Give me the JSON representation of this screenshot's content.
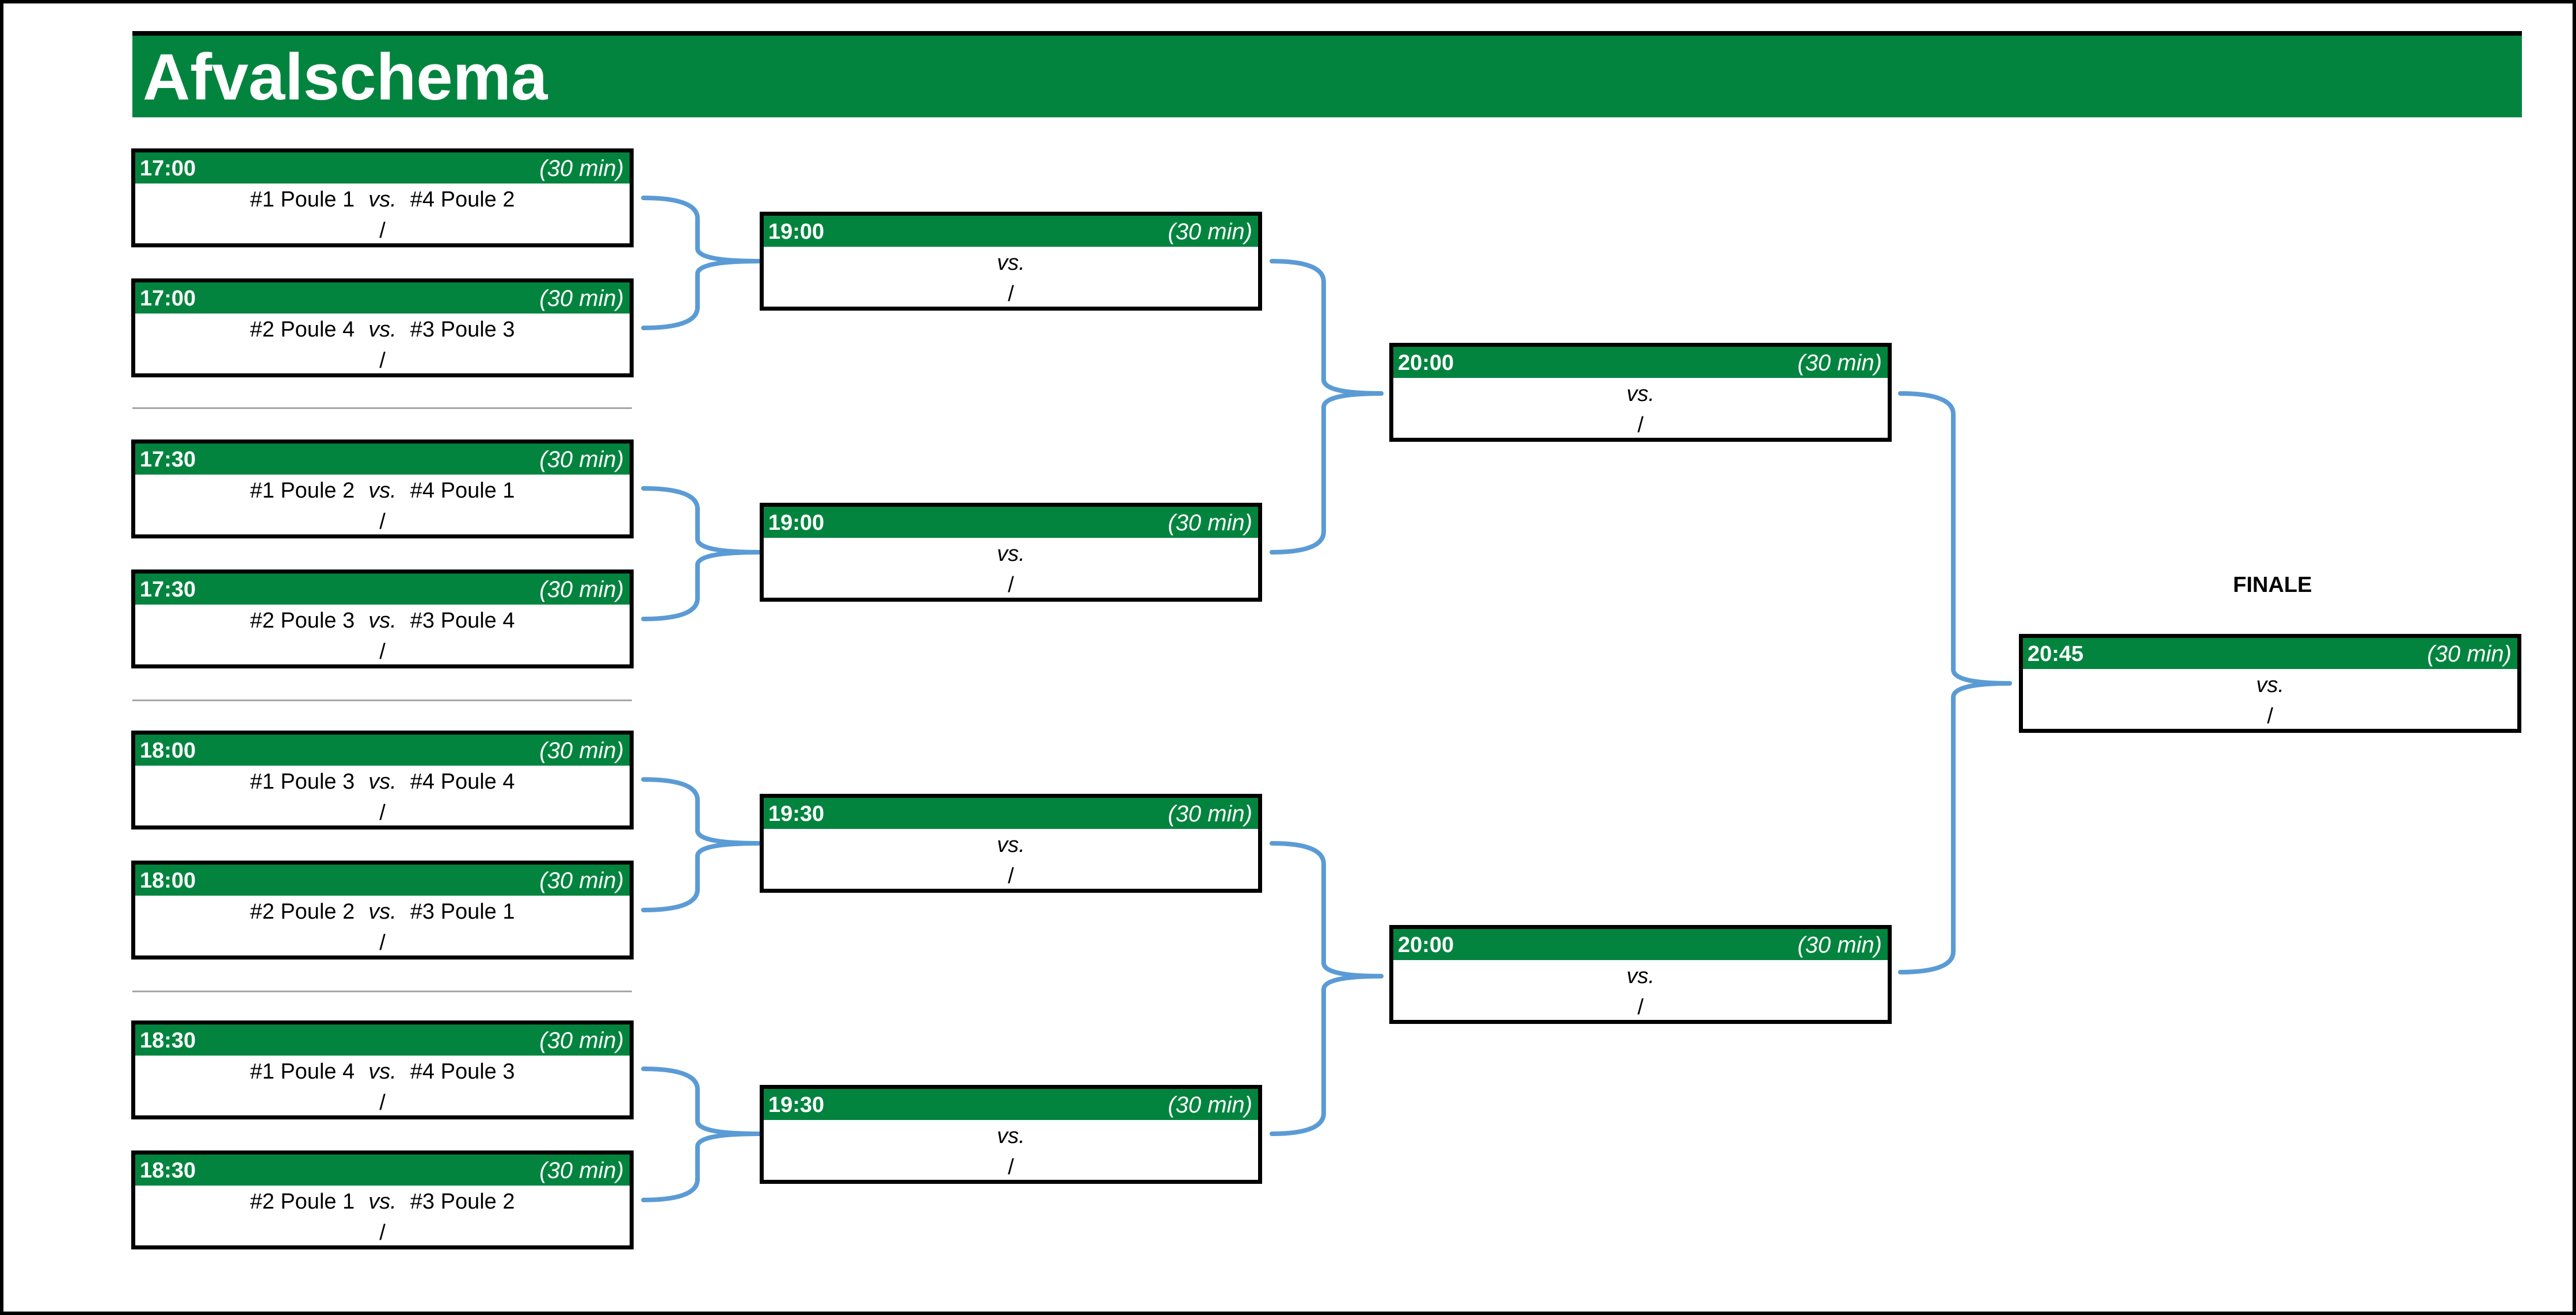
{
  "title": "Afvalschema",
  "finale_label": "FINALE",
  "vs_label": "vs.",
  "score_sep": "/",
  "colors": {
    "header": "#02843f",
    "connector": "#5b9bd5",
    "separator": "#a6a6a6"
  },
  "round1": [
    {
      "time": "17:00",
      "duration": "(30 min)",
      "home": "#1 Poule 1",
      "away": "#4 Poule 2"
    },
    {
      "time": "17:00",
      "duration": "(30 min)",
      "home": "#2 Poule 4",
      "away": "#3 Poule 3"
    },
    {
      "time": "17:30",
      "duration": "(30 min)",
      "home": "#1 Poule 2",
      "away": "#4 Poule 1"
    },
    {
      "time": "17:30",
      "duration": "(30 min)",
      "home": "#2 Poule 3",
      "away": "#3 Poule 4"
    },
    {
      "time": "18:00",
      "duration": "(30 min)",
      "home": "#1 Poule 3",
      "away": "#4 Poule 4"
    },
    {
      "time": "18:00",
      "duration": "(30 min)",
      "home": "#2 Poule 2",
      "away": "#3 Poule 1"
    },
    {
      "time": "18:30",
      "duration": "(30 min)",
      "home": "#1 Poule 4",
      "away": "#4 Poule 3"
    },
    {
      "time": "18:30",
      "duration": "(30 min)",
      "home": "#2 Poule 1",
      "away": "#3 Poule 2"
    }
  ],
  "quarterfinals": [
    {
      "time": "19:00",
      "duration": "(30 min)"
    },
    {
      "time": "19:00",
      "duration": "(30 min)"
    },
    {
      "time": "19:30",
      "duration": "(30 min)"
    },
    {
      "time": "19:30",
      "duration": "(30 min)"
    }
  ],
  "semifinals": [
    {
      "time": "20:00",
      "duration": "(30 min)"
    },
    {
      "time": "20:00",
      "duration": "(30 min)"
    }
  ],
  "final": {
    "time": "20:45",
    "duration": "(30 min)"
  }
}
